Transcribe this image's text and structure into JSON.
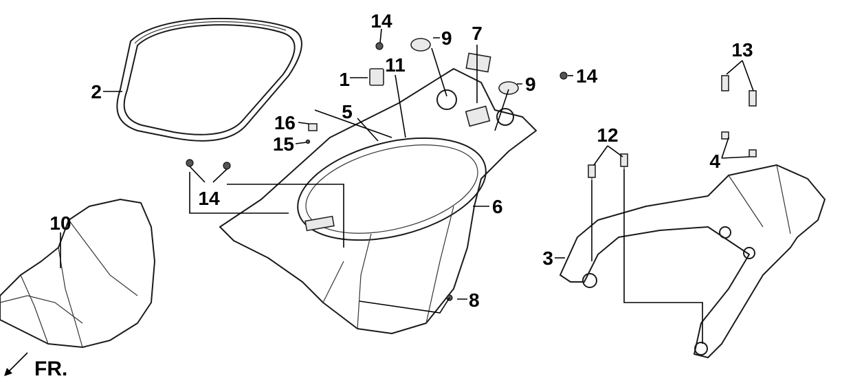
{
  "callouts": {
    "c1": "1",
    "c2": "2",
    "c3": "3",
    "c4": "4",
    "c5": "5",
    "c6": "6",
    "c7": "7",
    "c8": "8",
    "c9a": "9",
    "c9b": "9",
    "c10": "10",
    "c11": "11",
    "c12": "12",
    "c13": "13",
    "c14a": "14",
    "c14b": "14",
    "c14c": "14",
    "c15": "15",
    "c16": "16"
  },
  "direction": {
    "label": "FR."
  }
}
